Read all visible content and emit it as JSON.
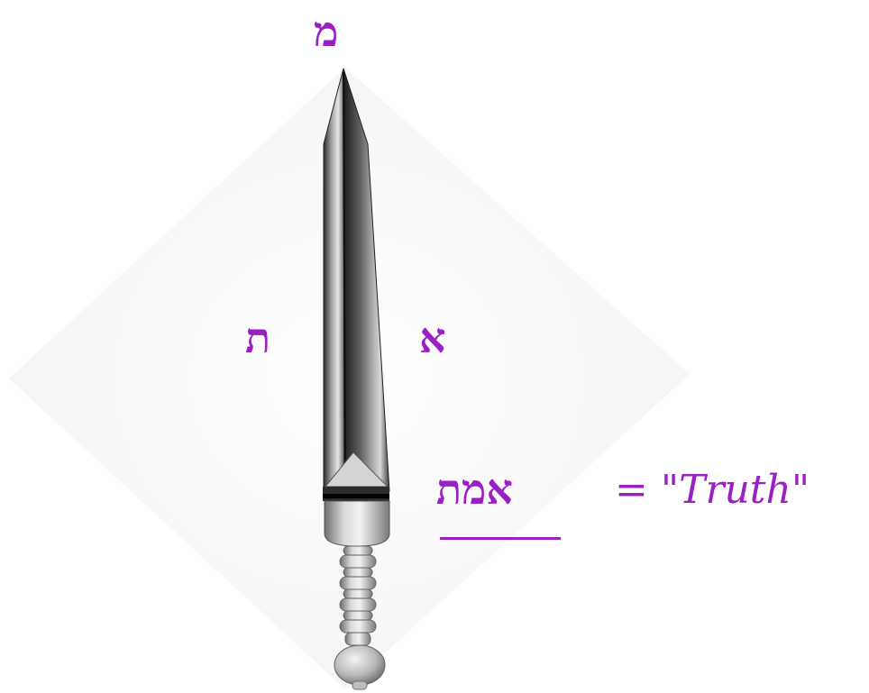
{
  "labels": {
    "top_letter": "מ",
    "left_letter": "ת",
    "right_letter": "א"
  },
  "caption": {
    "hebrew_word": "אמת",
    "meaning": "= \"Truth\""
  },
  "colors": {
    "ink": "#9a1fc4",
    "blade_dark": "#1c1c1c",
    "blade_light": "#e6e6e6",
    "background_diamond": "#f7f7f8"
  }
}
